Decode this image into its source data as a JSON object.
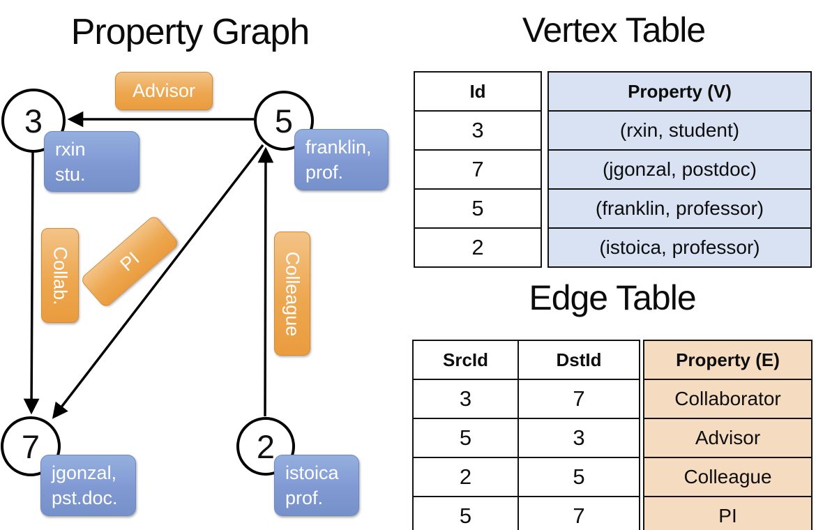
{
  "graph": {
    "title": "Property Graph",
    "nodes": [
      {
        "id": "3",
        "label_lines": [
          "rxin",
          "stu."
        ]
      },
      {
        "id": "5",
        "label_lines": [
          "franklin,",
          "prof."
        ]
      },
      {
        "id": "7",
        "label_lines": [
          "jgonzal,",
          "pst.doc."
        ]
      },
      {
        "id": "2",
        "label_lines": [
          "istoica",
          "prof."
        ]
      }
    ],
    "edge_labels": {
      "advisor": "Advisor",
      "collab": "Collab.",
      "pi": "PI",
      "colleague": "Colleague"
    },
    "edges": [
      {
        "src": "5",
        "dst": "3",
        "label": "Advisor"
      },
      {
        "src": "3",
        "dst": "7",
        "label": "Collab."
      },
      {
        "src": "5",
        "dst": "7",
        "label": "PI"
      },
      {
        "src": "2",
        "dst": "5",
        "label": "Colleague"
      }
    ]
  },
  "vertex_table": {
    "title": "Vertex Table",
    "columns": [
      "Id",
      "Property (V)"
    ],
    "rows": [
      [
        "3",
        "(rxin, student)"
      ],
      [
        "7",
        "(jgonzal, postdoc)"
      ],
      [
        "5",
        "(franklin, professor)"
      ],
      [
        "2",
        "(istoica, professor)"
      ]
    ]
  },
  "edge_table": {
    "title": "Edge Table",
    "columns": [
      "SrcId",
      "DstId",
      "Property (E)"
    ],
    "rows": [
      [
        "3",
        "7",
        "Collaborator"
      ],
      [
        "5",
        "3",
        "Advisor"
      ],
      [
        "2",
        "5",
        "Colleague"
      ],
      [
        "5",
        "7",
        "PI"
      ]
    ]
  },
  "colors": {
    "edge_label_fill": "#EDA44C",
    "vertex_box_fill": "#7E9AD2",
    "vertex_property_cell_bg": "#D9E2F3",
    "edge_property_cell_bg": "#F5DCC1",
    "line": "#000000"
  }
}
